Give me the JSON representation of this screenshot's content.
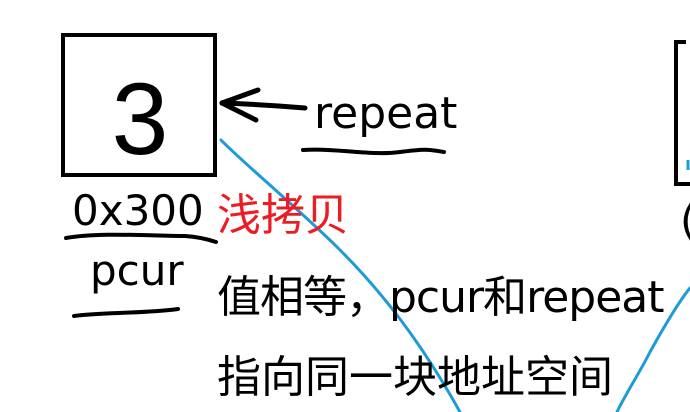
{
  "box_value": "3",
  "pointer_name": "repeat",
  "address": "0x300",
  "variable_name": "pcur",
  "shallow_copy_label": "浅拷贝",
  "explanation_line1": "值相等，pcur和repeat",
  "explanation_line2": "指向同一块地址空间",
  "right_partial_char": "(",
  "colors": {
    "ink": "#000000",
    "highlight_red": "#ed1c24",
    "stroke_blue": "#1e9bd7"
  }
}
